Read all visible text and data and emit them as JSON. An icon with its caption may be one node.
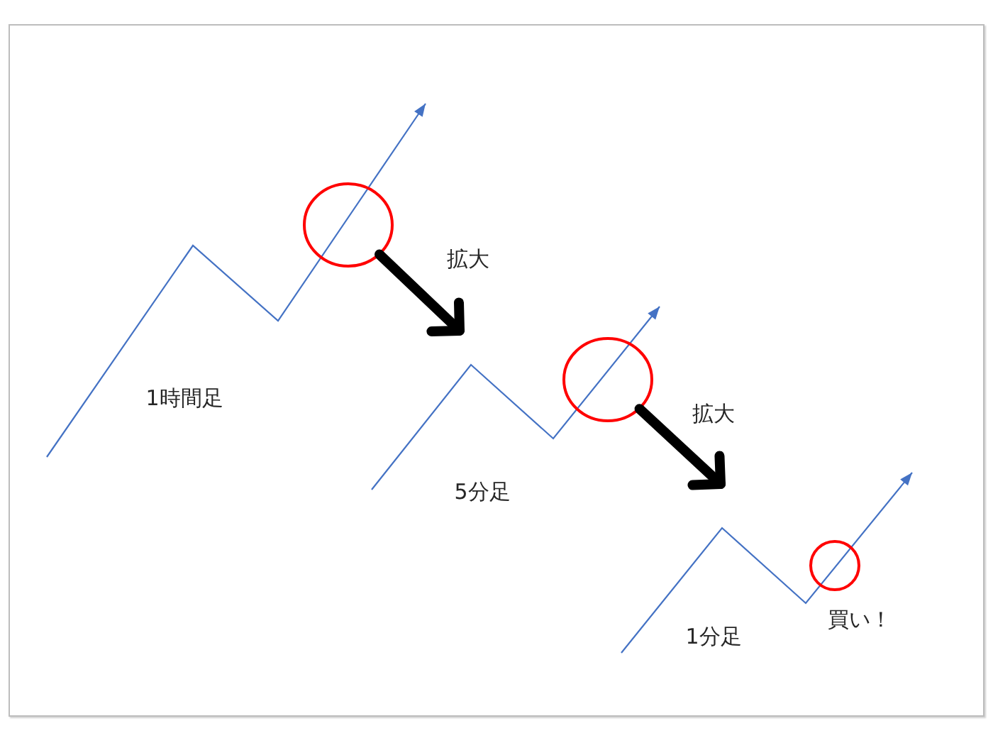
{
  "diagram": {
    "nodes": [
      {
        "text": [],
        "shape": "picture",
        "beside": [
          "1時間足"
        ]
      },
      {
        "text": [],
        "shape": "circle",
        "in": 0
      },
      {
        "text": [],
        "shape": "picture",
        "beside": [
          "5分足"
        ]
      },
      {
        "text": [],
        "shape": "circle",
        "in": 2
      },
      {
        "text": [],
        "shape": "picture",
        "beside": [
          "1分足"
        ]
      },
      {
        "text": [],
        "shape": "circle",
        "in": 4,
        "beside": [
          "買い！"
        ]
      }
    ],
    "edges": [
      {
        "from": 1,
        "to": 2,
        "arrow": "to",
        "label": "拡大"
      },
      {
        "from": 3,
        "to": 4,
        "arrow": "to",
        "label": "拡大"
      }
    ]
  }
}
